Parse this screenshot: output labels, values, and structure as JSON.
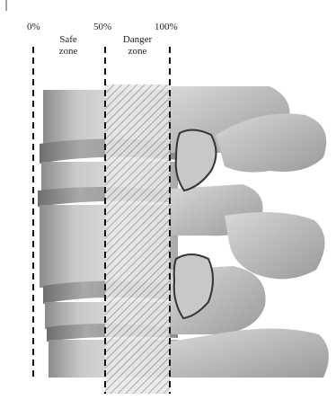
{
  "scale": {
    "start": "0%",
    "mid": "50%",
    "end": "100%"
  },
  "zones": {
    "safe": {
      "line1": "Safe",
      "line2": "zone"
    },
    "danger": {
      "line1": "Danger",
      "line2": "zone"
    }
  }
}
